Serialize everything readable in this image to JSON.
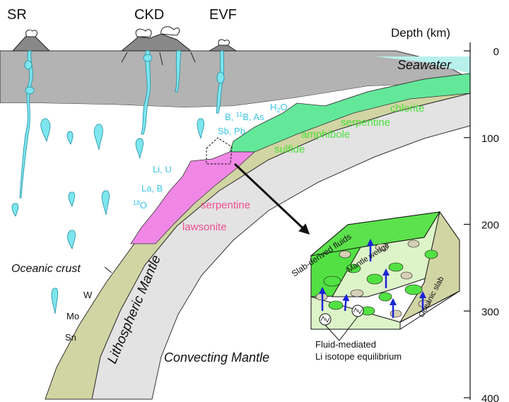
{
  "volcanoes": {
    "sr": "SR",
    "ckd": "CKD",
    "evf": "EVF"
  },
  "depth_axis": {
    "title": "Depth (km)",
    "ticks": [
      {
        "value": 0,
        "label": "0"
      },
      {
        "value": 100,
        "label": "100"
      },
      {
        "value": 200,
        "label": "200"
      },
      {
        "value": 300,
        "label": "300"
      },
      {
        "value": 400,
        "label": "400"
      }
    ]
  },
  "labels": {
    "seawater": "Seawater",
    "chlorite": "chlorite",
    "serpentine_upper": "serpentine",
    "amphibole": "amphibole",
    "sulfide": "sulfide",
    "serpentine_lower": "serpentine",
    "lawsonite": "lawsonite",
    "oceanic_crust": "Oceanic crust",
    "lithospheric_mantle": "Lithospheric Mantle",
    "convecting_mantle": "Convecting Mantle",
    "w": "W",
    "mo": "Mo",
    "sn": "Sn"
  },
  "fluid_elements": {
    "h2o_main": "H",
    "h2o_sub": "2",
    "h2o_tail": "O",
    "row1_pre": "B, ",
    "row1_sup": "11",
    "row1_post": "B, As",
    "row2": "Sb, Pb",
    "row3": "Li, U",
    "row4": "La, B",
    "o18_sup": "18",
    "o18": "O"
  },
  "inset": {
    "slab_derived_fluids": "Slab-derived fluids",
    "mantle_wedge": "Mantle wedge",
    "oceanic_slab": "Oceanic slab",
    "caption_line1": "Fluid-mediated",
    "caption_line2": "Li isotope equilibrium"
  },
  "colors": {
    "seawater": "#b8f1ec",
    "crust_gray": "#b3b3b3",
    "lithosphere_gray": "#e3e3e3",
    "oceanic_crust": "#d1d5a3",
    "serpentine_green": "#63e89a",
    "lawsonite_pink": "#f087e6",
    "fluid_cyan": "#7ee6ee",
    "inset_bright_green": "#52e142",
    "inset_pale_green": "#ddf3c8",
    "arrow_blue": "#1a24d6"
  }
}
